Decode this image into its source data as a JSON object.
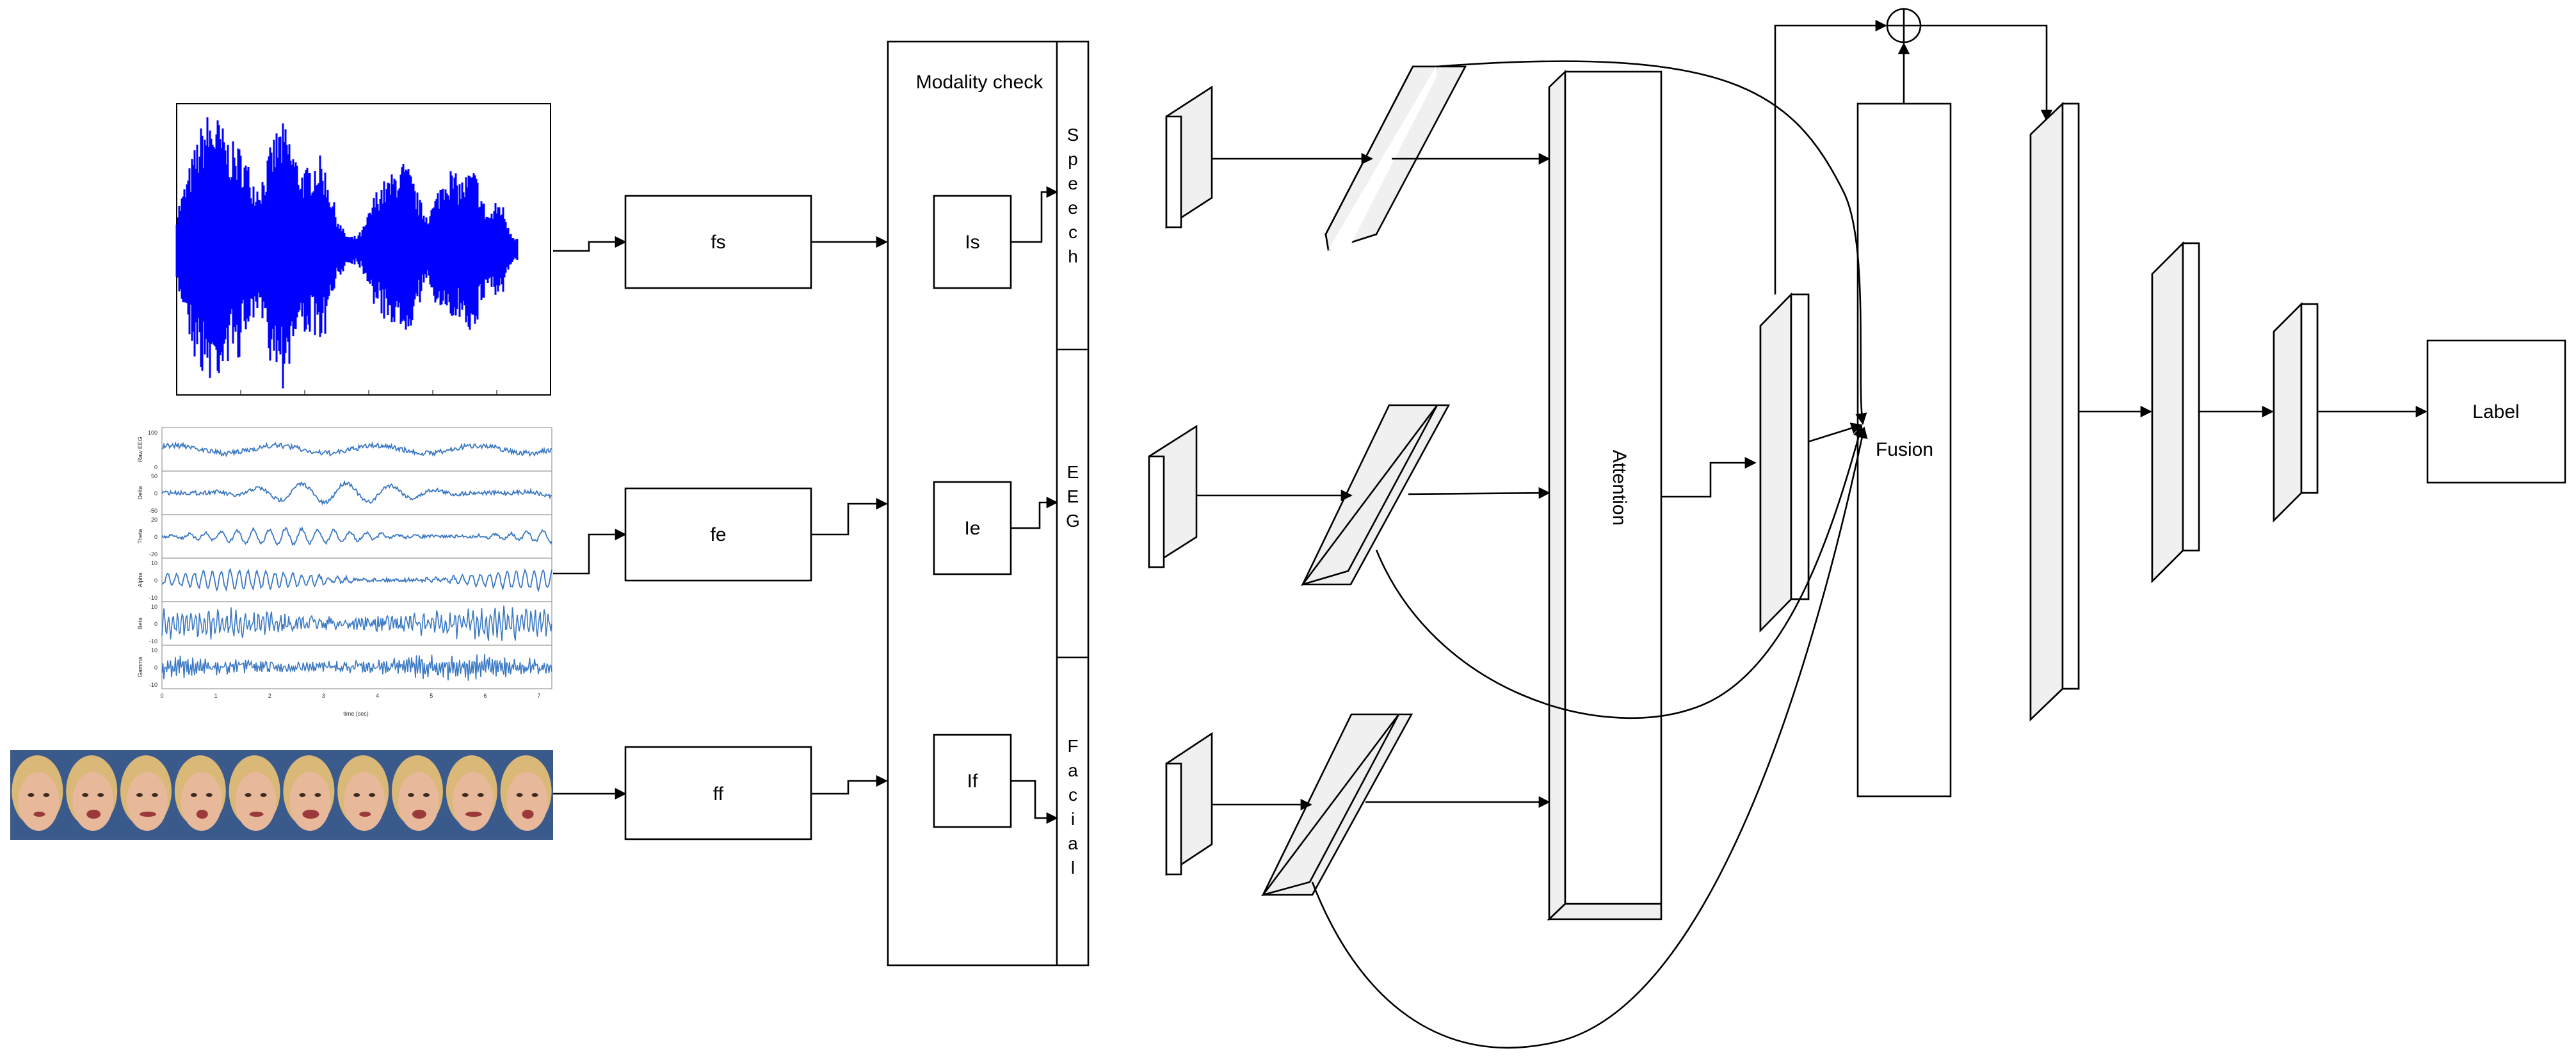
{
  "diagram": {
    "encoders": {
      "speech": "fs",
      "eeg": "fe",
      "facial": "ff"
    },
    "modality_check": {
      "title": "Modality check",
      "indicators": {
        "speech": "Is",
        "eeg": "Ie",
        "facial": "If"
      },
      "sections": {
        "speech": "Speech",
        "eeg": "EEG",
        "facial": "Facial"
      }
    },
    "attention": "Attention",
    "fusion": "Fusion",
    "label": "Label",
    "eeg_plot": {
      "band_labels": [
        "Raw EEG",
        "Delta",
        "Theta",
        "Alpha",
        "Beta",
        "Gamma"
      ],
      "band_ticks": [
        [
          "100",
          "0"
        ],
        [
          "50",
          "0",
          "-50"
        ],
        [
          "20",
          "0",
          "-20"
        ],
        [
          "10",
          "0",
          "-10"
        ],
        [
          "10",
          "0",
          "-10"
        ],
        [
          "10",
          "0",
          "-10"
        ]
      ],
      "x_ticks": [
        "0",
        "1",
        "2",
        "3",
        "4",
        "5",
        "6",
        "7"
      ],
      "x_label": "time (sec)"
    },
    "colors": {
      "waveform": "#0000ff",
      "eeg_trace": "#3a78c3",
      "block_fill": "#f0f0f0",
      "face_background": "#3a5a8c",
      "skin": "#e8b89a",
      "hair": "#d9b878"
    },
    "face_count": 10
  }
}
